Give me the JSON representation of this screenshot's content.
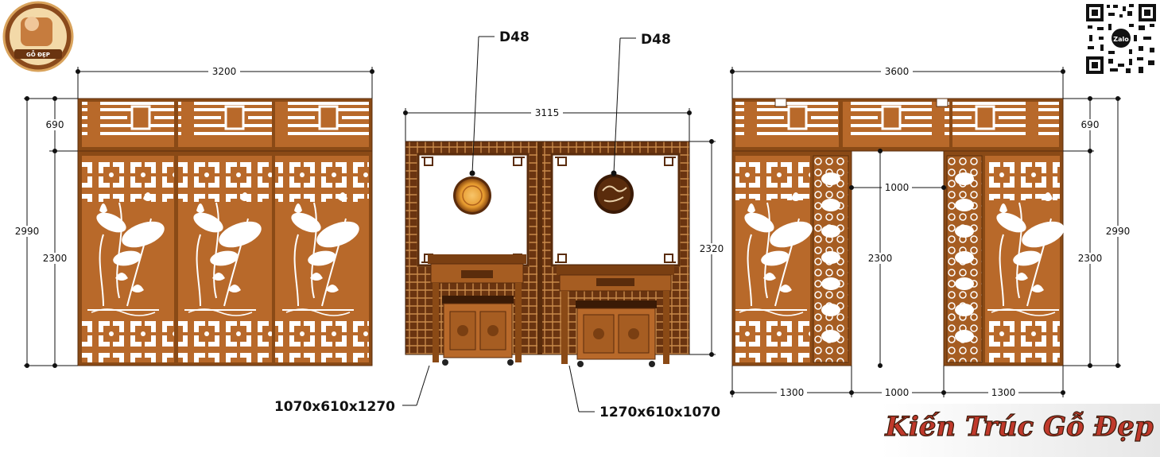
{
  "logo": {
    "text": "GỖ ĐẸP"
  },
  "qr": {
    "label": "Zalo"
  },
  "brand": {
    "text": "Kiến Trúc Gỗ Đẹp"
  },
  "left_partition": {
    "width_label": "3200",
    "total_height_label": "2990",
    "top_height_label": "690",
    "bottom_height_label": "2300"
  },
  "altar": {
    "width_label": "3115",
    "height_label": "2320",
    "callout_left": "D48",
    "callout_right": "D48",
    "table_left_size": "1070x610x1270",
    "table_right_size": "1270x610x1070"
  },
  "right_partition": {
    "width_label": "3600",
    "total_height_label": "2990",
    "top_height_label": "690",
    "bottom_height_label": "2300",
    "opening_width_label": "1000",
    "opening_height_label": "2300",
    "bottom_left_label": "1300",
    "bottom_mid_label": "1000",
    "bottom_right_label": "1300"
  },
  "colors": {
    "wood": "#b8692a",
    "wood_dark": "#7a3f12",
    "brand": "#c0392b"
  }
}
